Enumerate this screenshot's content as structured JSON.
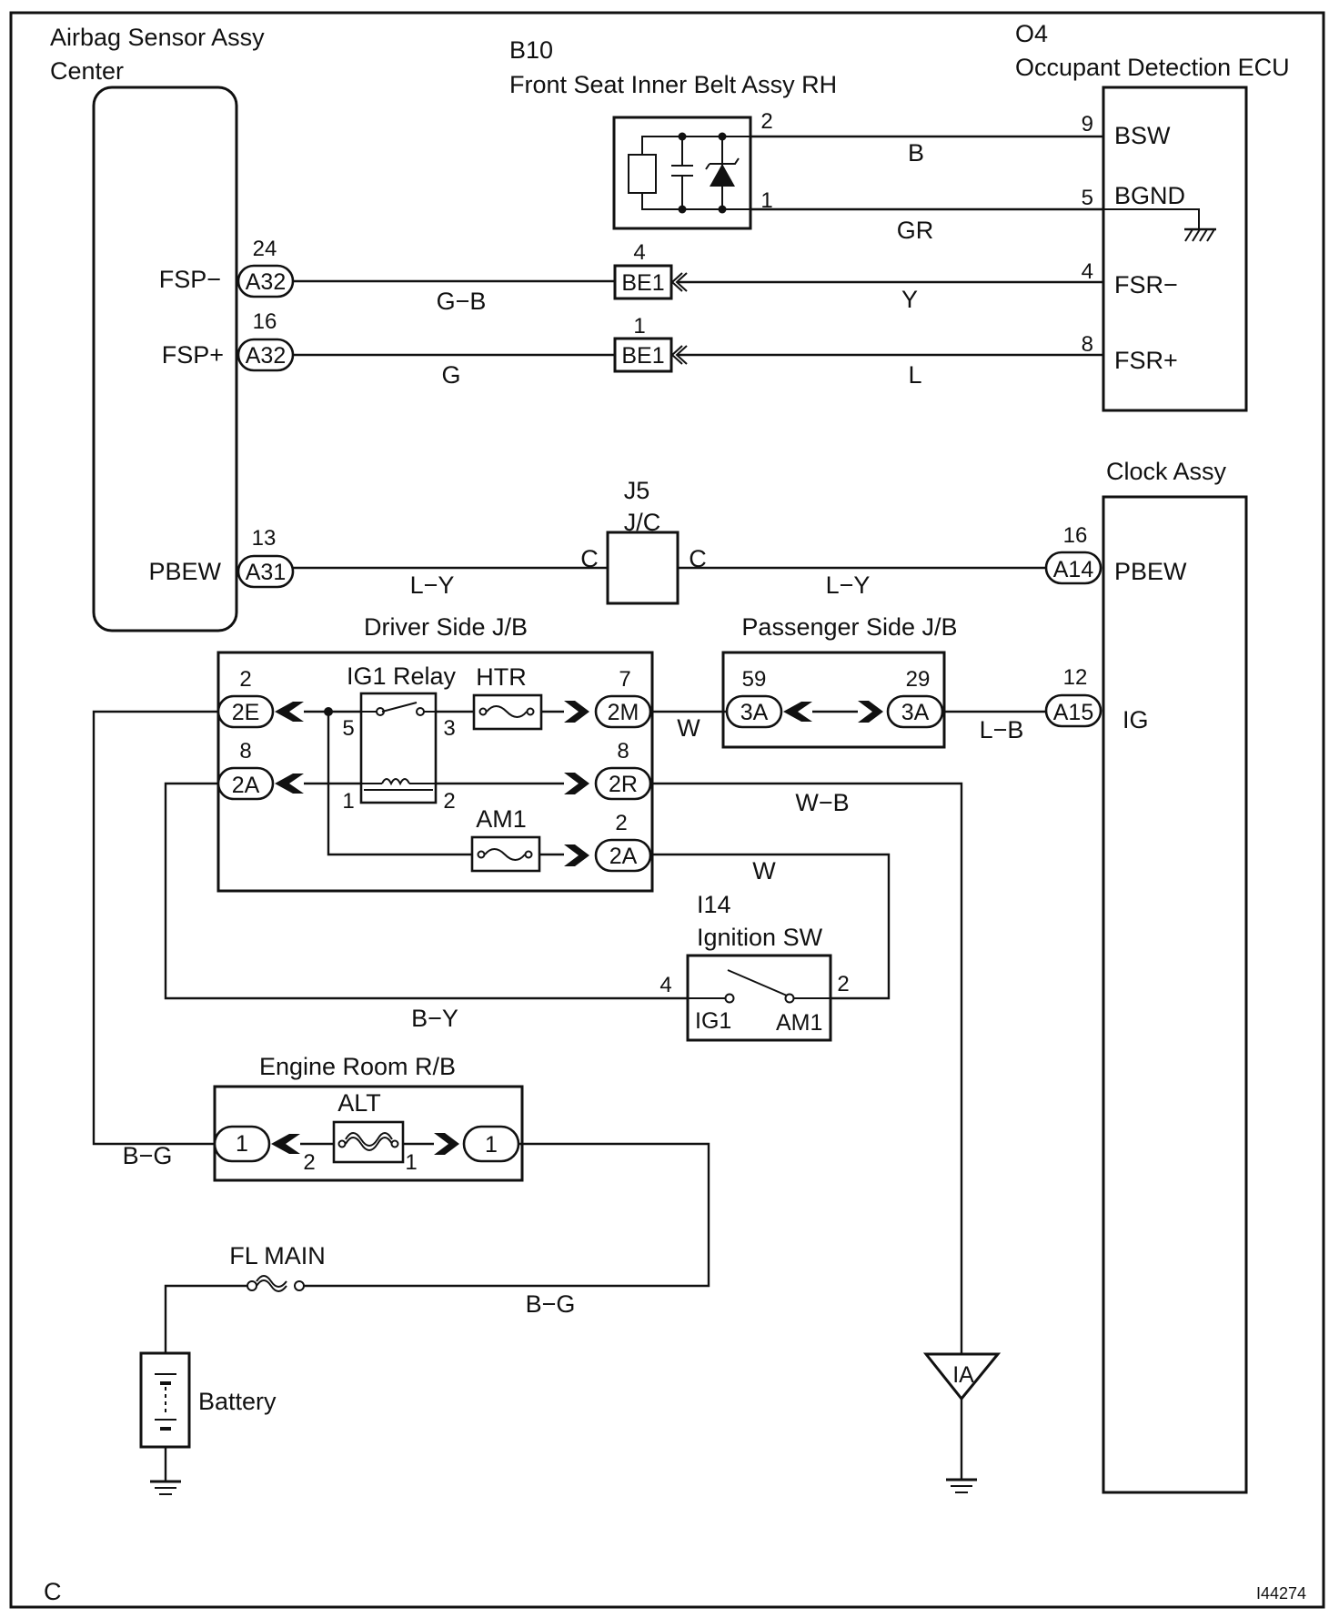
{
  "components": {
    "airbag_sensor": {
      "title1": "Airbag Sensor Assy",
      "title2": "Center",
      "terminals": {
        "fsp_minus": {
          "label": "FSP−",
          "pin": "24",
          "connector": "A32"
        },
        "fsp_plus": {
          "label": "FSP+",
          "pin": "16",
          "connector": "A32"
        },
        "pbew": {
          "label": "PBEW",
          "pin": "13",
          "connector": "A31"
        }
      }
    },
    "belt_assy": {
      "code": "B10",
      "title": "Front Seat Inner Belt Assy RH",
      "pin_top": "2",
      "pin_bottom": "1"
    },
    "occupant_ecu": {
      "code": "O4",
      "title": "Occupant Detection ECU",
      "terminals": {
        "bsw": {
          "label": "BSW",
          "pin": "9"
        },
        "bgnd": {
          "label": "BGND",
          "pin": "5"
        },
        "fsr_minus": {
          "label": "FSR−",
          "pin": "4"
        },
        "fsr_plus": {
          "label": "FSR+",
          "pin": "8"
        }
      }
    },
    "be1_connectors": {
      "top": {
        "pin": "4",
        "label": "BE1"
      },
      "bottom": {
        "pin": "1",
        "label": "BE1"
      }
    },
    "j5": {
      "code": "J5",
      "label": "J/C",
      "left": "C",
      "right": "C"
    },
    "clock_assy": {
      "title": "Clock Assy",
      "terminals": {
        "pbew": {
          "label": "PBEW",
          "pin": "16",
          "connector": "A14"
        },
        "ig": {
          "label": "IG",
          "pin": "12",
          "connector": "A15"
        }
      }
    },
    "driver_jb": {
      "title": "Driver Side J/B",
      "relay": {
        "title": "IG1 Relay",
        "pin5": "5",
        "pin3": "3",
        "pin1": "1",
        "pin2": "2"
      },
      "fuse_htr": "HTR",
      "fuse_am1": "AM1",
      "conn_2e": {
        "pin": "2",
        "label": "2E"
      },
      "conn_2a_left": {
        "pin": "8",
        "label": "2A"
      },
      "conn_2m": {
        "pin": "7",
        "label": "2M"
      },
      "conn_2r": {
        "pin": "8",
        "label": "2R"
      },
      "conn_2a_right": {
        "pin": "2",
        "label": "2A"
      }
    },
    "passenger_jb": {
      "title": "Passenger Side J/B",
      "left": {
        "pin": "59",
        "label": "3A"
      },
      "right": {
        "pin": "29",
        "label": "3A"
      }
    },
    "ignition_sw": {
      "code": "I14",
      "title": "Ignition SW",
      "pin_left": "4",
      "pin_right": "2",
      "term_left": "IG1",
      "term_right": "AM1"
    },
    "engine_rb": {
      "title": "Engine Room R/B",
      "fuse": "ALT",
      "left": {
        "label": "1",
        "pin": "2"
      },
      "right": {
        "label": "1",
        "pin": "1"
      }
    },
    "fl_main": "FL MAIN",
    "battery": "Battery",
    "ground_ia": "IA"
  },
  "wire_colors": {
    "bsw": "B",
    "bgnd": "GR",
    "fsp_minus": "G−B",
    "fsr_minus": "Y",
    "fsp_plus": "G",
    "fsr_plus": "L",
    "pbew_left": "L−Y",
    "pbew_right": "L−Y",
    "jb_to_pjb": "W",
    "pjb_to_clock": "L−B",
    "ground_wire": "W−B",
    "am1_wire": "W",
    "ig1_wire": "B−Y",
    "alt_out": "B−G",
    "fl_main_wire": "B−G"
  },
  "corner": {
    "left": "C",
    "right": "I44274"
  }
}
